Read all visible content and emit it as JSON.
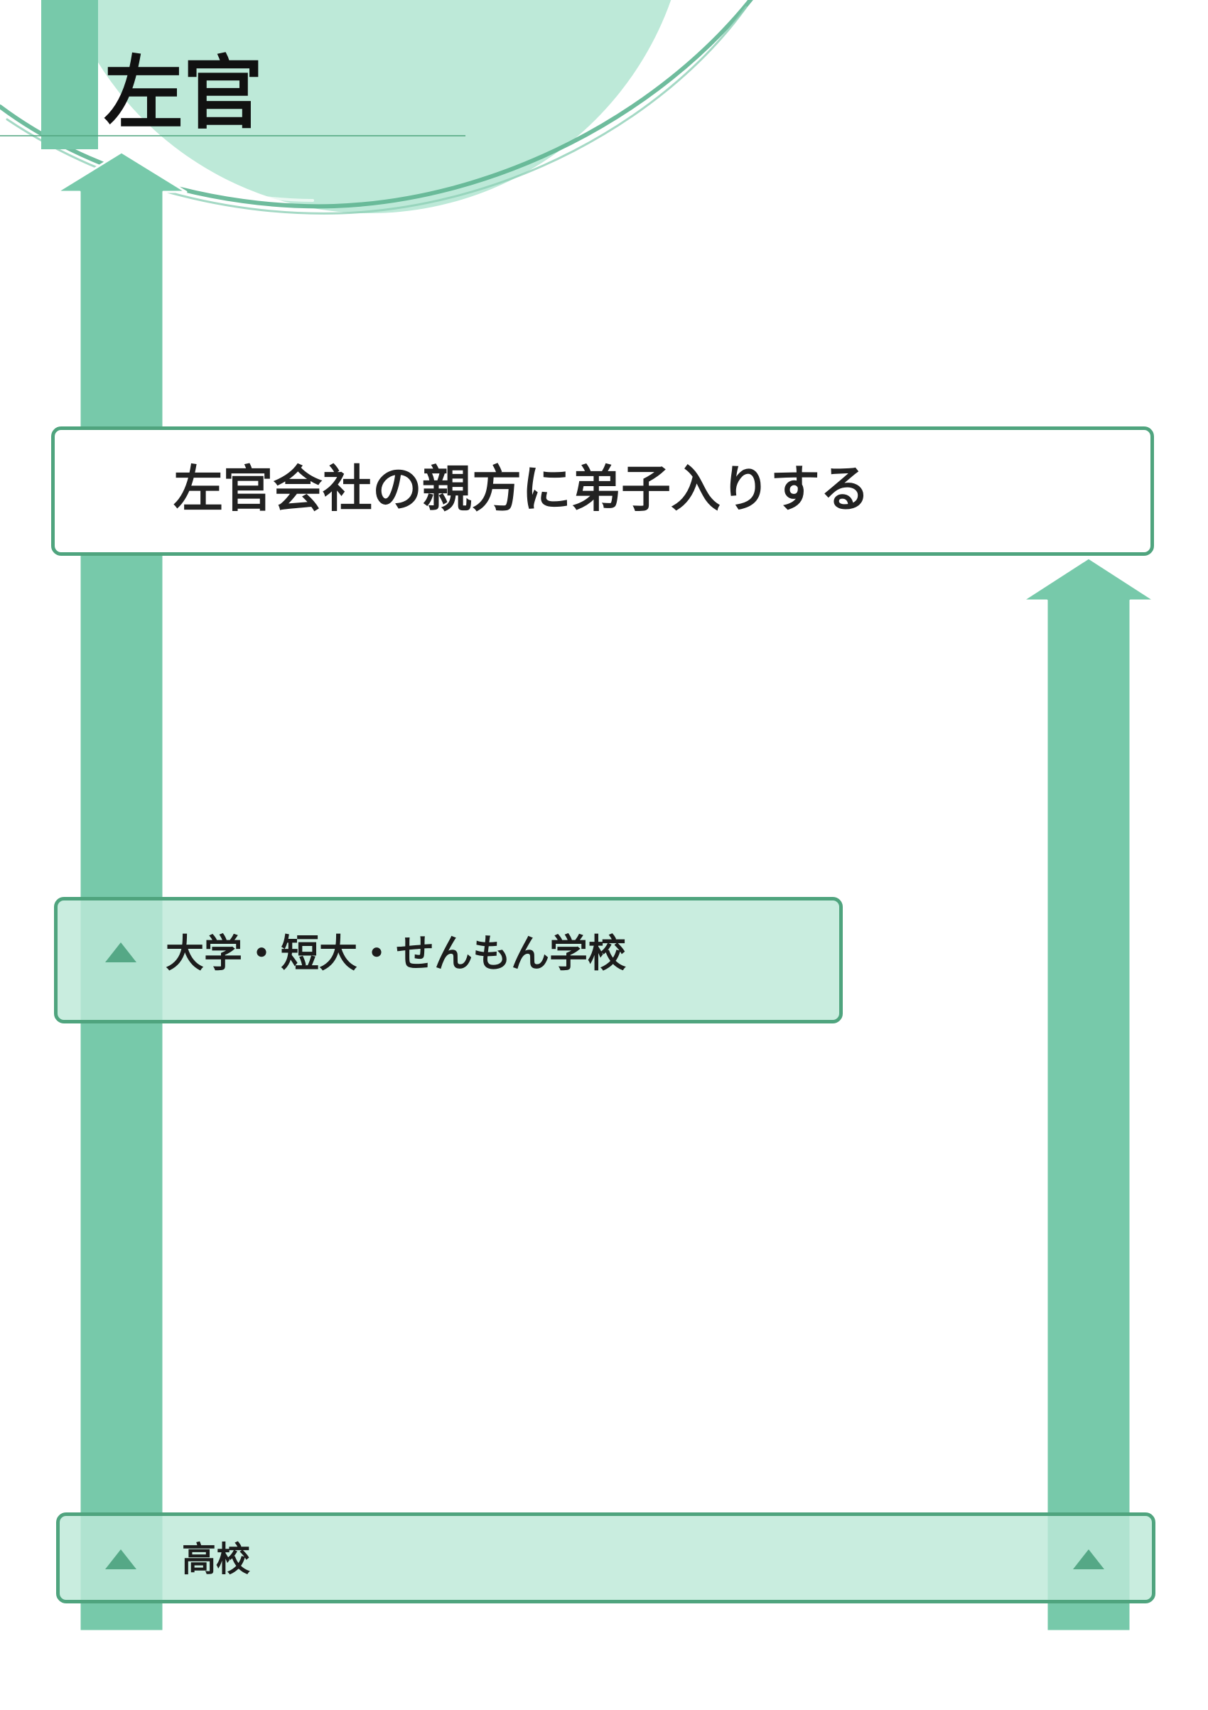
{
  "header": {
    "title": "左官"
  },
  "steps": {
    "goal": {
      "label": "左官会社の親方に弟子入りする"
    },
    "university": {
      "label": "大学・短大・せんもん学校"
    },
    "high_school": {
      "label": "高校"
    }
  },
  "colors": {
    "arrow": "#77c9aa",
    "header_circle": "#bde9d8",
    "box_fill_light": "#bde9d8",
    "box_border": "#4fa47e",
    "triangle_marker": "#55a886",
    "accent_bar": "#77c9aa"
  },
  "icons": {
    "step_marker": "triangle-up-icon",
    "flow_arrow": "arrow-up-icon"
  }
}
